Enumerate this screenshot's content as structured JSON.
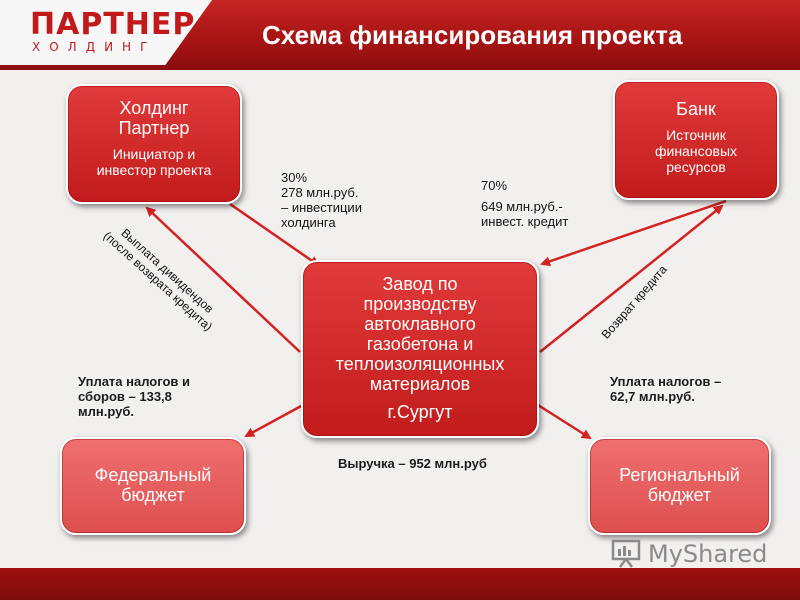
{
  "header": {
    "logo_main": "ПАРТНЕР",
    "logo_sub": "ХОЛДИНГ",
    "title": "Схема финансирования проекта"
  },
  "nodes": {
    "holding": {
      "title": "Холдинг\nПартнер",
      "subtitle": "Инициатор и\nинвестор проекта"
    },
    "bank": {
      "title": "Банк",
      "subtitle": "Источник\nфинансовых\nресурсов"
    },
    "plant": {
      "title": "Завод по\nпроизводству\nавтоклавного\nгазобетона и\nтеплоизоляционных\nматериалов",
      "city": "г.Сургут"
    },
    "federal": {
      "title": "Федеральный\nбюджет"
    },
    "regional": {
      "title": "Региональный\nбюджет"
    }
  },
  "labels": {
    "invest": "30%\n278 млн.руб.\n– инвестиции\nхолдинга",
    "credit_pct": "70%",
    "credit": "649 млн.руб.-\nинвест. кредит",
    "dividends": "Выплата дивидендов\n(после возврата кредита)",
    "credit_return": "Возврат кредита",
    "tax_federal": "Уплата налогов и\nсборов – 133,8\nмлн.руб.",
    "tax_regional": "Уплата налогов –\n62,7 млн.руб.",
    "revenue": "Выручка – 952 млн.руб"
  },
  "watermark": {
    "text": "MyShared"
  },
  "colors": {
    "accent": "#c11b1b",
    "arrow": "#d42121",
    "header": "#a81414"
  }
}
